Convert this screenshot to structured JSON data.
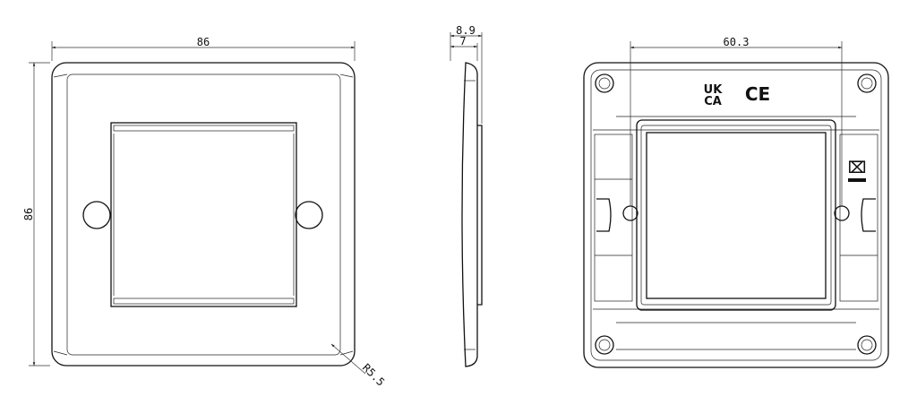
{
  "front_view": {
    "width_label": "86",
    "height_label": "86",
    "radius_label": "R5.5"
  },
  "side_view": {
    "overall_depth_label": "8.9",
    "plate_depth_label": "7"
  },
  "rear_view": {
    "hole_spacing_label": "60.3",
    "ukca_line1": "UK",
    "ukca_line2": "CA",
    "ce_mark": "CE",
    "weee_symbol": "⌧"
  }
}
